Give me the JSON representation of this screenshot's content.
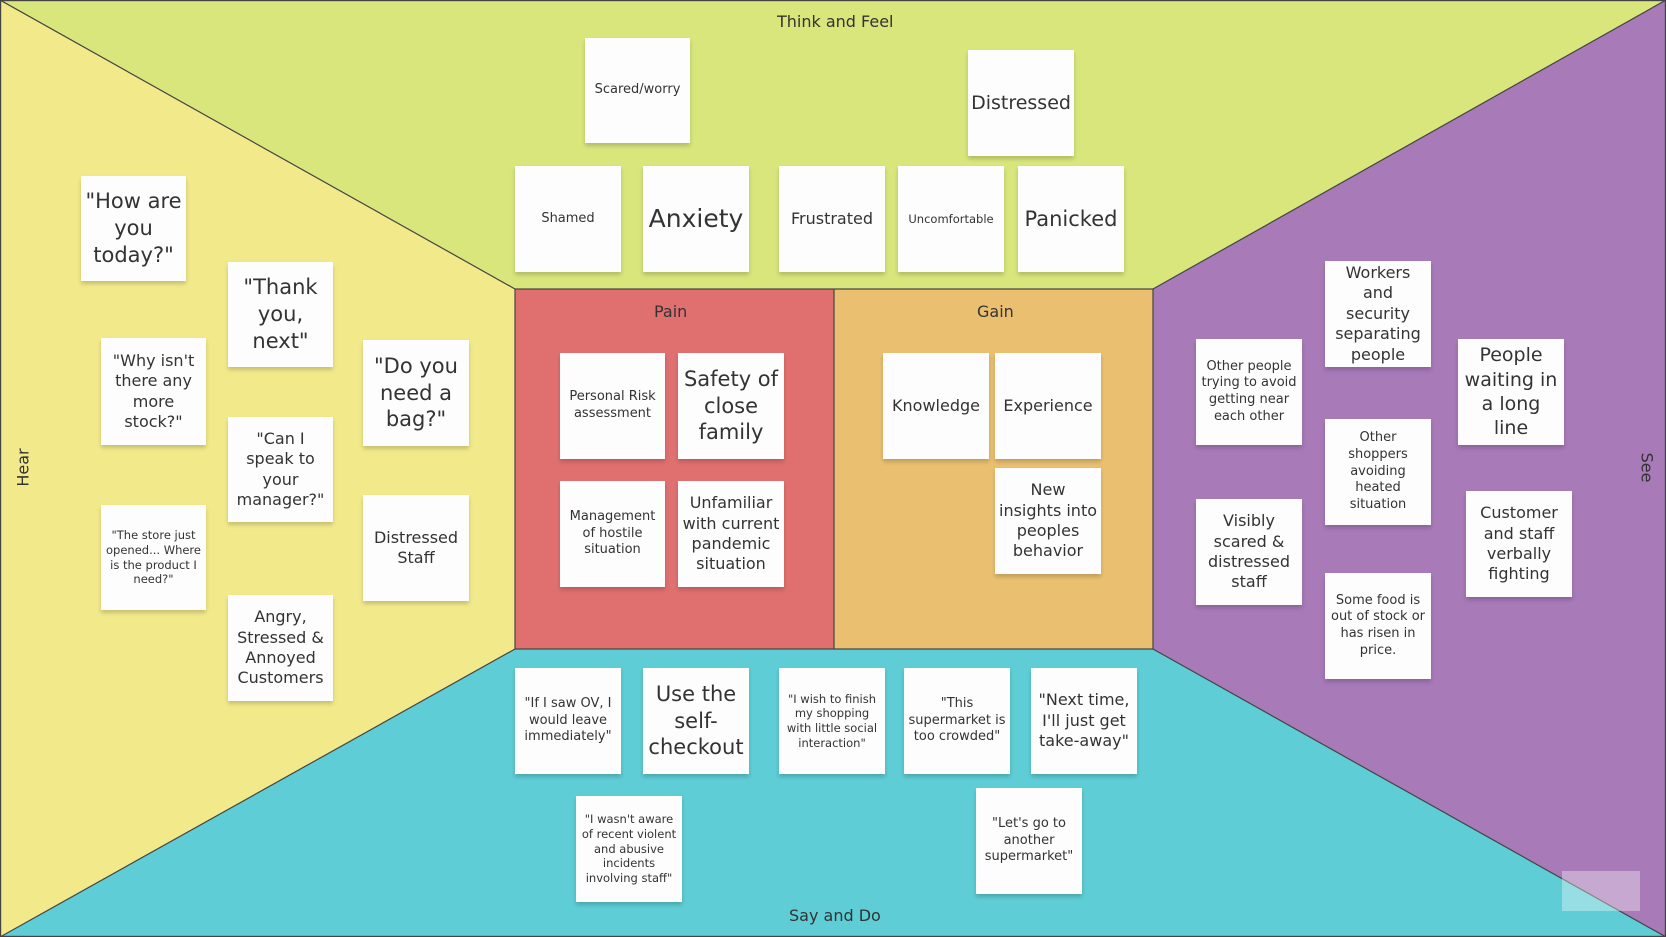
{
  "colors": {
    "think_feel": "#d8e67c",
    "hear": "#f2ea8a",
    "see": "#a87ab8",
    "say_do": "#5ecdd5",
    "pain": "#e07070",
    "gain": "#eac070",
    "note": "#fdfdfd"
  },
  "sections": {
    "think_feel": "Think and Feel",
    "hear": "Hear",
    "see": "See",
    "say_do": "Say and Do",
    "pain": "Pain",
    "gain": "Gain"
  },
  "notes": {
    "think": [
      "Scared/worry",
      "Distressed",
      "Shamed",
      "Anxiety",
      "Frustrated",
      "Uncomfortable",
      "Panicked"
    ],
    "hear": [
      "\"How are you today?\"",
      "\"Thank you, next\"",
      "\"Why isn't there any more stock?\"",
      "\"Do you need a bag?\"",
      "\"Can I speak to your manager?\"",
      "\"The store just opened... Where is the product I need?\"",
      "Distressed Staff",
      "Angry, Stressed & Annoyed Customers"
    ],
    "pain": [
      "Personal Risk assessment",
      "Safety of close family",
      "Management of hostile situation",
      "Unfamiliar with current pandemic situation"
    ],
    "gain": [
      "Knowledge",
      "Experience",
      "New insights into peoples behavior"
    ],
    "see": [
      "Workers and security separating people",
      "Other people trying to avoid getting near each other",
      "People waiting in a long line",
      "Other shoppers avoiding heated situation",
      "Visibly scared & distressed staff",
      "Customer and staff verbally fighting",
      "Some food is out of stock or has risen in price."
    ],
    "say": [
      "\"If I saw OV, I would leave immediately\"",
      "Use the self-checkout",
      "\"I wish to finish my shopping with little social interaction\"",
      "\"This supermarket is too crowded\"",
      "\"Next time, I'll just get take-away\"",
      "\"I wasn't aware of recent violent and abusive incidents involving staff\"",
      "\"Let's go to another supermarket\""
    ]
  }
}
